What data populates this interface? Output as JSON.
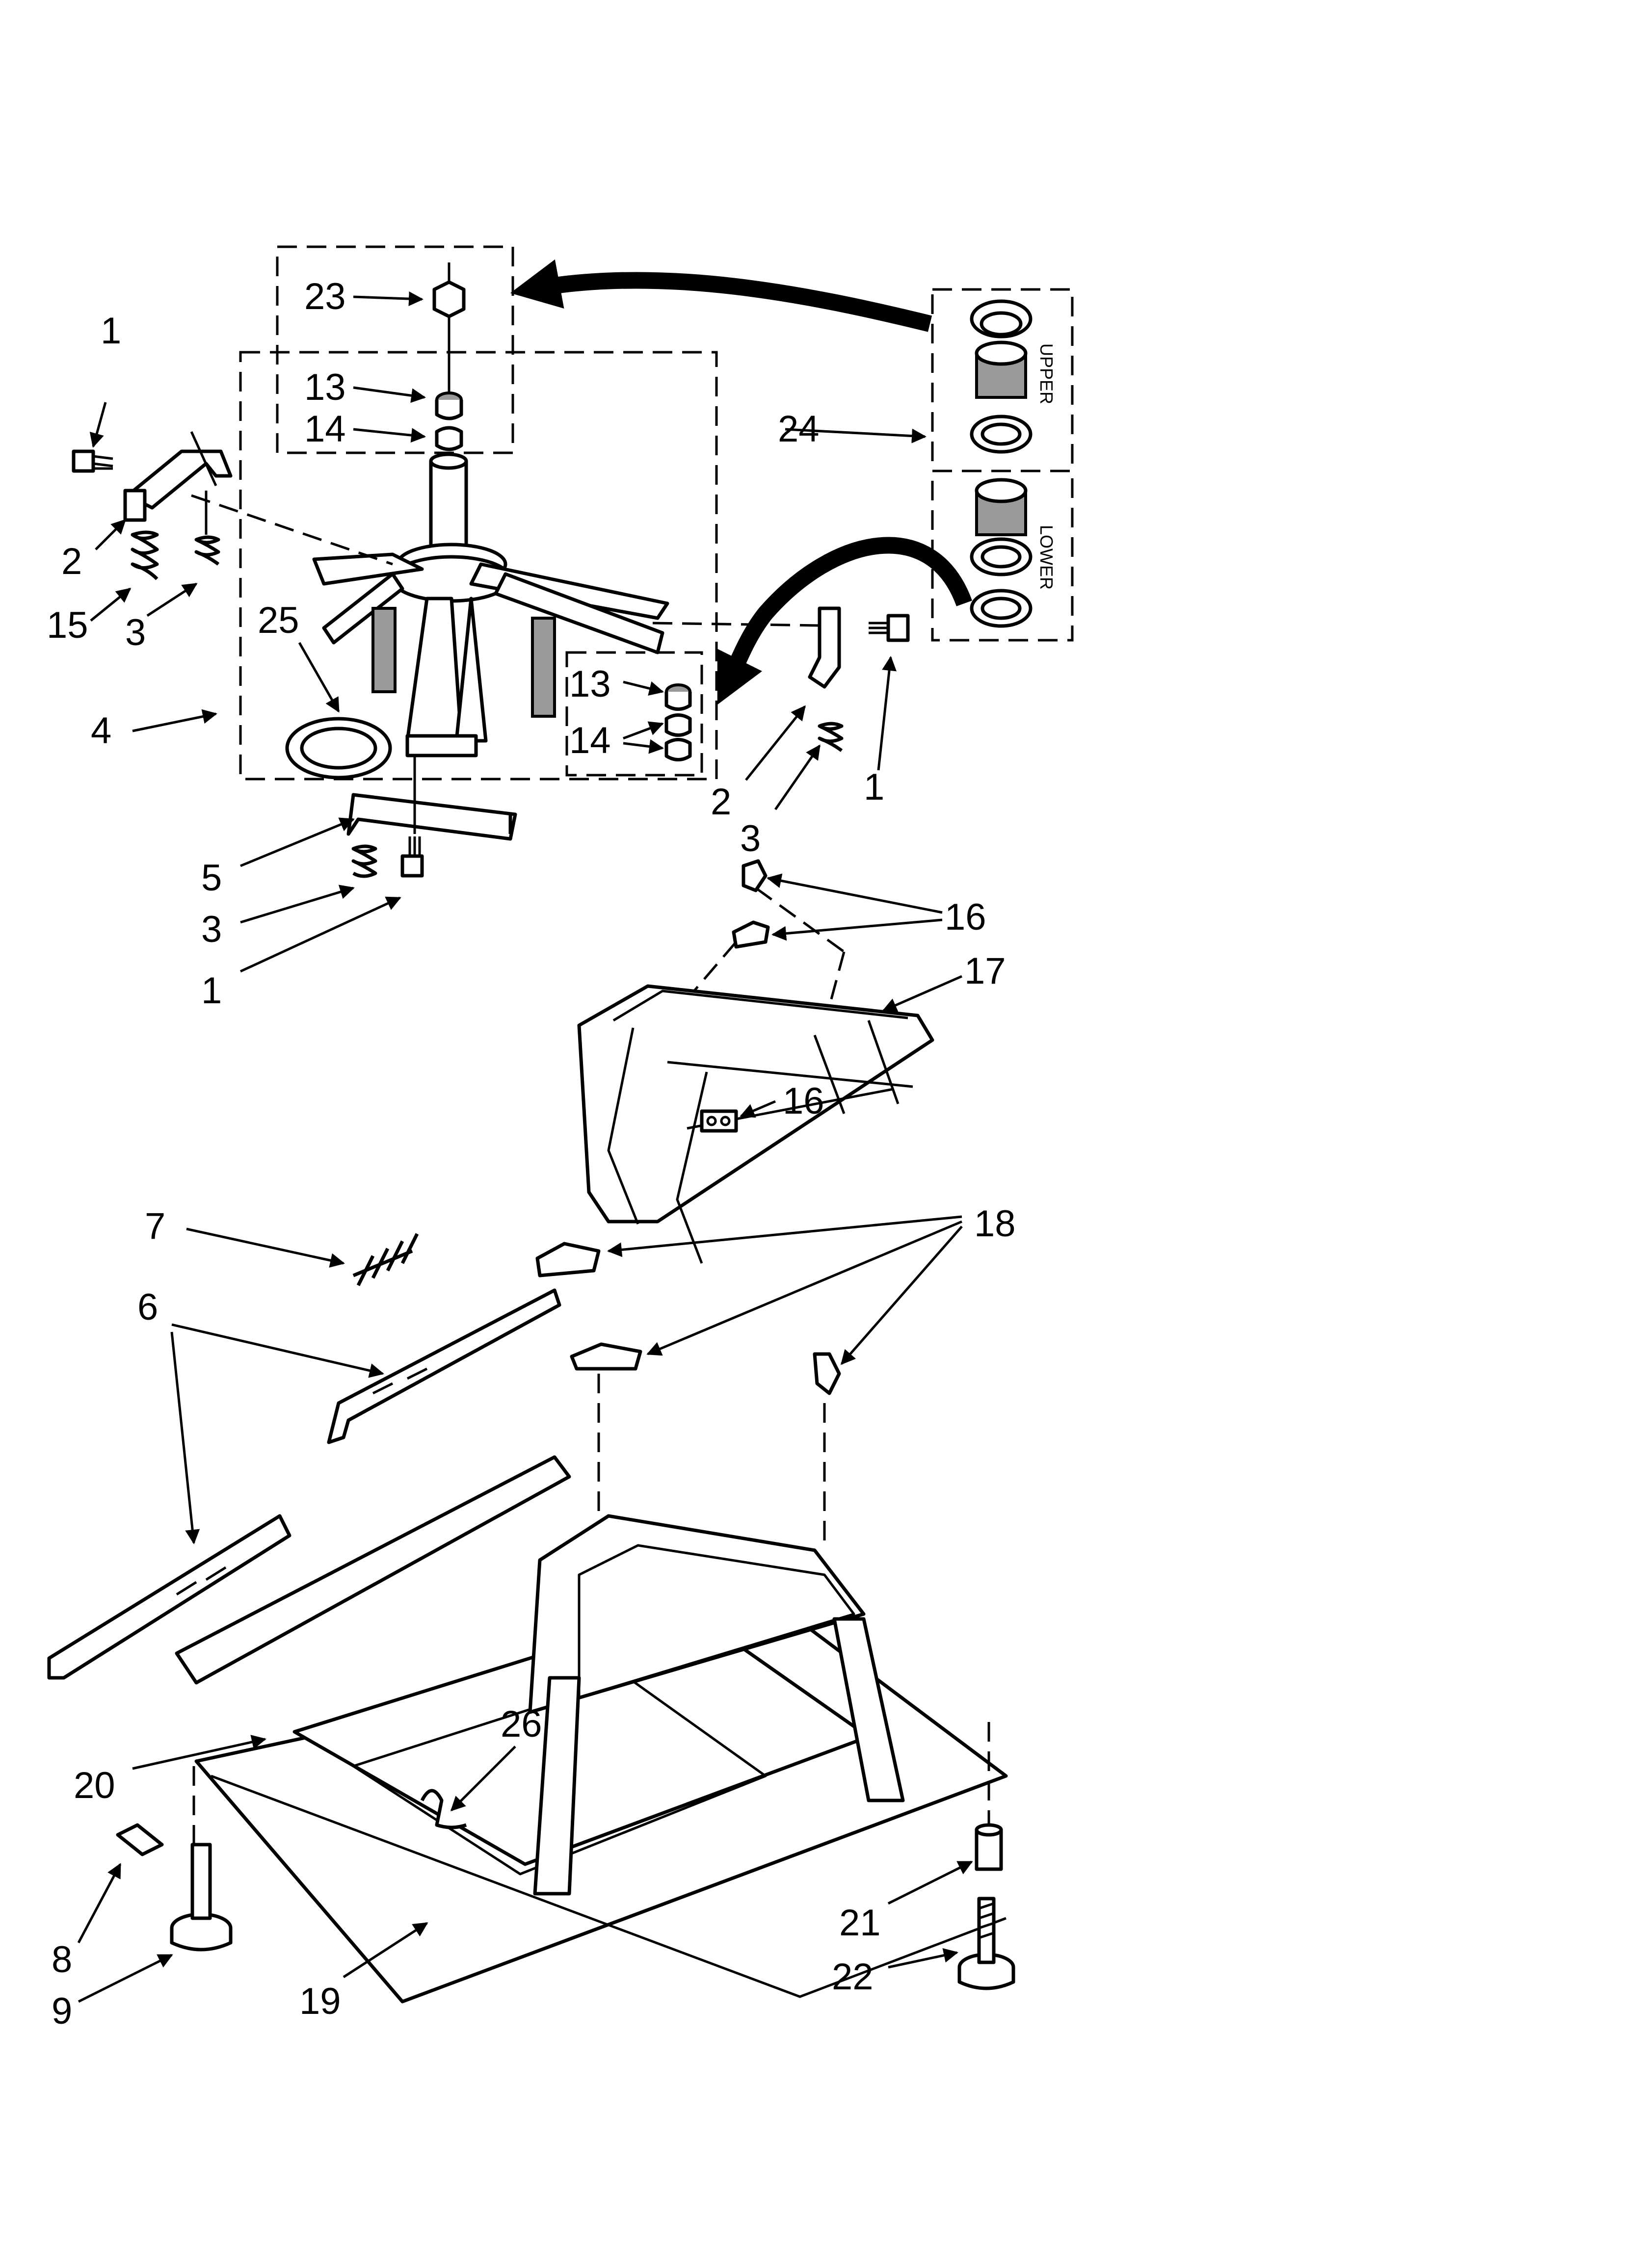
{
  "labels": {
    "l1": "1",
    "l2": "1",
    "l3": "1",
    "l4": "2",
    "l5": "2",
    "l6": "3",
    "l7": "3",
    "l8": "3",
    "l9": "4",
    "l10": "5",
    "l11": "6",
    "l12": "7",
    "l13": "8",
    "l14": "9",
    "l15": "13",
    "l16": "13",
    "l17": "14",
    "l18": "14",
    "l19": "15",
    "l20": "16",
    "l21": "16",
    "l22": "17",
    "l23": "18",
    "l24": "19",
    "l25": "20",
    "l26": "21",
    "l27": "22",
    "l28": "23",
    "l29": "24",
    "l30": "25",
    "l31": "26"
  },
  "kit_tags": {
    "upper": "UPPER",
    "lower": "LOWER"
  },
  "colors": {
    "ink": "#000000",
    "paper": "#ffffff",
    "shade": "#9a9a9a"
  }
}
